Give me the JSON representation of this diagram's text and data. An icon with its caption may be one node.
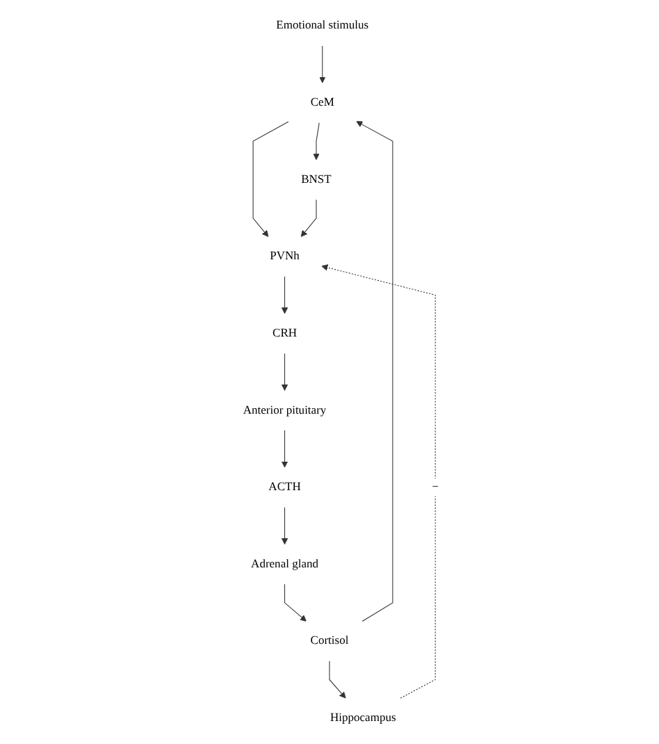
{
  "diagram": {
    "nodes": [
      {
        "text": [
          "Emotional stimulus"
        ]
      },
      {
        "text": [
          "CeM"
        ]
      },
      {
        "text": [
          "BNST"
        ]
      },
      {
        "text": [
          "PVNh"
        ]
      },
      {
        "text": [
          "Hippocampus"
        ]
      },
      {
        "text": [
          "CRH"
        ]
      },
      {
        "text": [
          "Anterior pituitary"
        ]
      },
      {
        "text": [
          "ACTH"
        ]
      },
      {
        "text": [
          "Adrenal gland"
        ]
      },
      {
        "text": [
          "Cortisol"
        ]
      }
    ],
    "edges": [
      {
        "from": 0,
        "to": 1,
        "arrow": "to"
      },
      {
        "from": 1,
        "to": 2,
        "arrow": "to"
      },
      {
        "from": 1,
        "to": 3,
        "arrow": "to"
      },
      {
        "from": 2,
        "to": 3,
        "arrow": "to"
      },
      {
        "from": 4,
        "to": 3,
        "arrow": "to",
        "style": "dashed",
        "label": "−"
      },
      {
        "from": 3,
        "to": 5,
        "arrow": "to"
      },
      {
        "from": 5,
        "to": 6,
        "arrow": "to"
      },
      {
        "from": 6,
        "to": 7,
        "arrow": "to"
      },
      {
        "from": 7,
        "to": 8,
        "arrow": "to"
      },
      {
        "from": 8,
        "to": 9,
        "arrow": "to"
      },
      {
        "from": 9,
        "to": 1,
        "arrow": "to"
      },
      {
        "from": 9,
        "to": 4,
        "arrow": "to"
      }
    ]
  }
}
